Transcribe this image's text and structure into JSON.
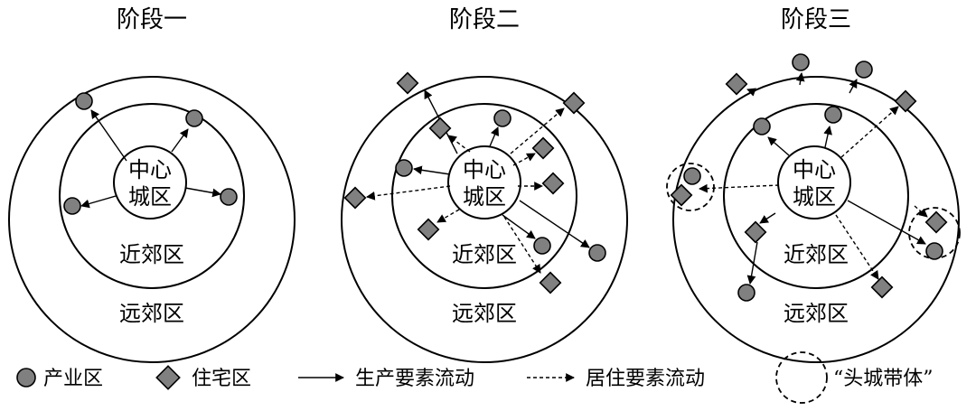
{
  "stages": [
    {
      "title": "阶段一",
      "core_line1": "中心",
      "core_line2": "城区",
      "inner_label": "近郊区",
      "outer_label": "远郊区"
    },
    {
      "title": "阶段二",
      "core_line1": "中心",
      "core_line2": "城区",
      "inner_label": "近郊区",
      "outer_label": "远郊区"
    },
    {
      "title": "阶段三",
      "core_line1": "中心",
      "core_line2": "城区",
      "inner_label": "近郊区",
      "outer_label": "远郊区"
    }
  ],
  "legend": {
    "industrial": "产业区",
    "residential": "住宅区",
    "production_flow": "生产要素流动",
    "residential_flow": "居住要素流动",
    "city_belt": "“头城带体”"
  }
}
